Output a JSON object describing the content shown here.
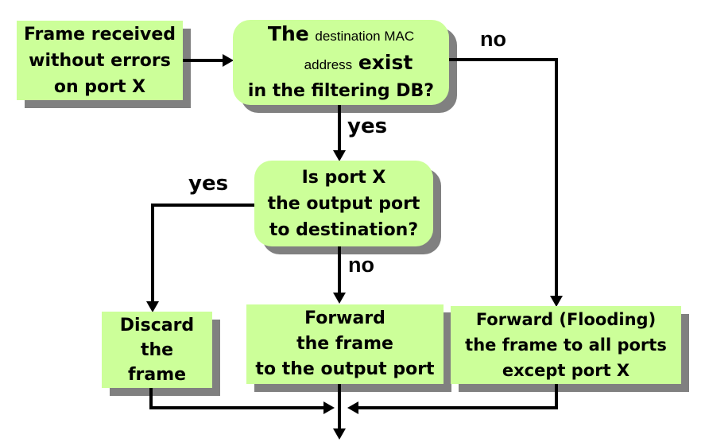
{
  "colors": {
    "background": "#ffffff",
    "box-fill": "#ccff99",
    "shadow": "#808080",
    "line": "#000000"
  },
  "nodes": {
    "start": {
      "lines": [
        "Frame received",
        "without errors",
        "on port X"
      ]
    },
    "filtering_db": {
      "the": "The",
      "destination_mac": "destination MAC",
      "address": "address",
      "exist": "exist",
      "question": "in the filtering DB?"
    },
    "output_port": {
      "lines": [
        "Is port X",
        "the output port",
        "to destination?"
      ]
    },
    "discard": {
      "lines": [
        "Discard",
        "the",
        "frame"
      ]
    },
    "forward": {
      "lines": [
        "Forward",
        "the frame",
        "to the output port"
      ]
    },
    "flooding": {
      "lines": [
        "Forward (Flooding)",
        "the frame to all ports",
        "except port X"
      ]
    }
  },
  "labels": {
    "no_top": "no",
    "yes_db": "yes",
    "yes_output": "yes",
    "no_output": "no"
  }
}
